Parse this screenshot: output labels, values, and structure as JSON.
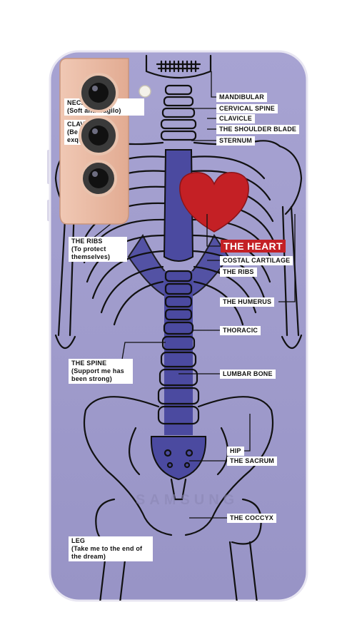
{
  "brand_text": "SAMSUNG",
  "colors": {
    "case": "#9c98c8",
    "spine_fill": "#4b4aa0",
    "heart": "#c42025",
    "label_bg": "#ffffff",
    "outline": "#111111"
  },
  "labels_right": [
    {
      "text": "MANDIBULAR"
    },
    {
      "text": "CERVICAL SPINE"
    },
    {
      "text": "CLAVICLE"
    },
    {
      "text": "THE SHOULDER BLADE"
    },
    {
      "text": "STERNUM"
    },
    {
      "text": "COSTAL CARTILAGE"
    },
    {
      "text": "THE RIBS"
    },
    {
      "text": "THE HUMERUS"
    },
    {
      "text": "THORACIC"
    },
    {
      "text": "LUMBAR BONE"
    },
    {
      "text": "HIP"
    },
    {
      "text": "THE SACRUM"
    },
    {
      "text": "THE COCCYX"
    }
  ],
  "heart_label": "THE HEART",
  "labels_left": [
    {
      "title": "NECK",
      "sub": "(Soft and fragilo)"
    },
    {
      "title": "CLAVICLE",
      "sub": "(Be exquisite)"
    },
    {
      "title": "THE RIBS",
      "sub": "(To protect themselves)"
    },
    {
      "title": "THE SPINE",
      "sub": "(Support me has been strong)"
    },
    {
      "title": "LEG",
      "sub": "(Take me to the end of the dream)"
    }
  ]
}
